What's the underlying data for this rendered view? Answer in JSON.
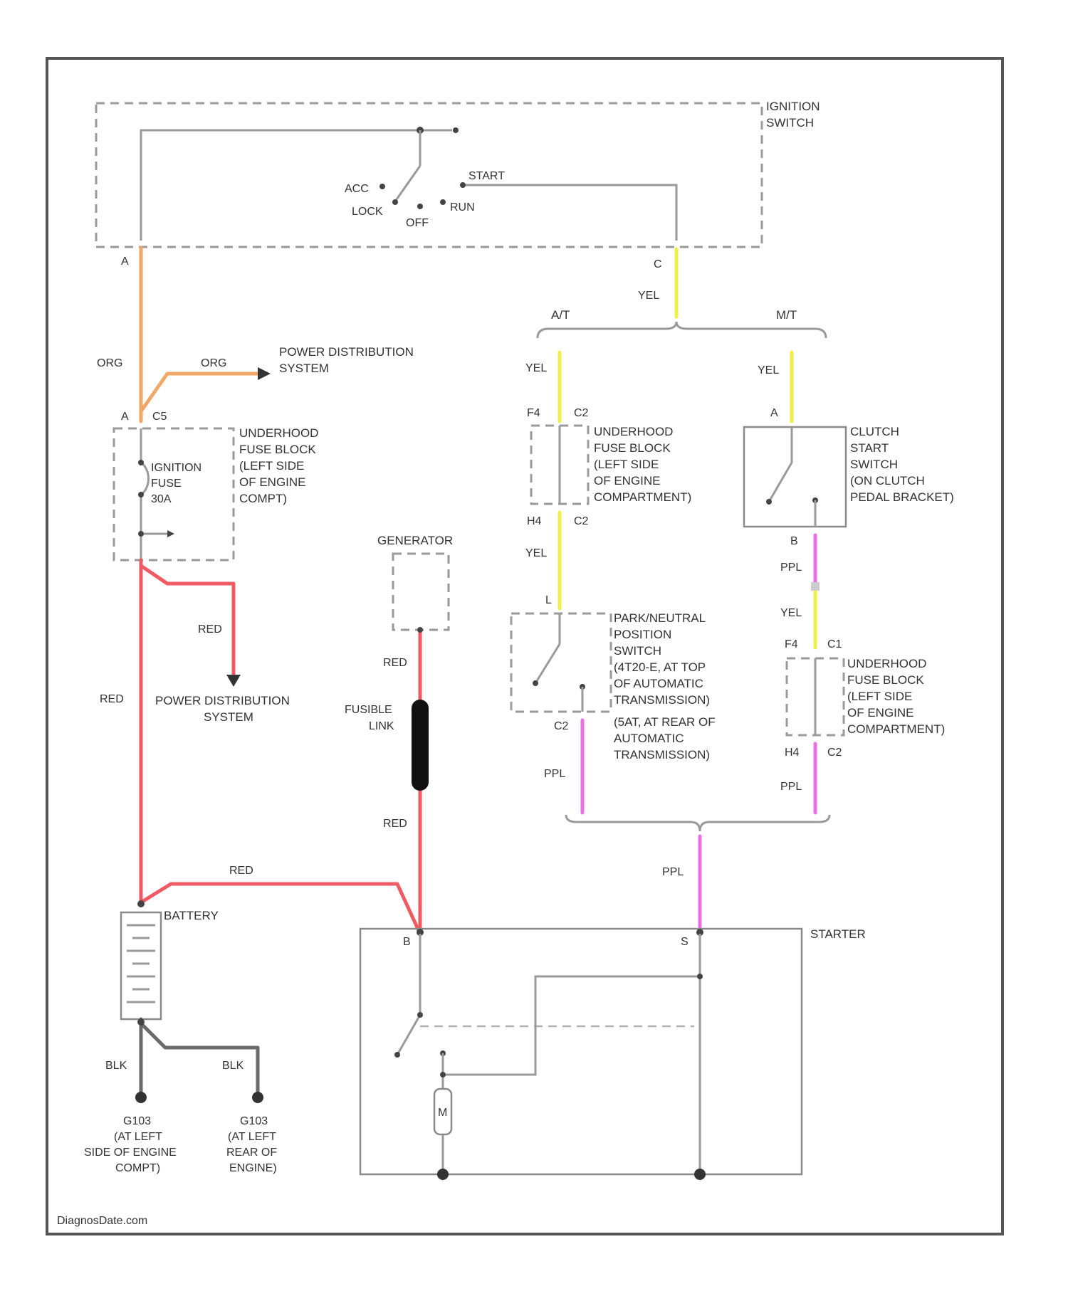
{
  "ignition_switch": {
    "label_line1": "IGNITION",
    "label_line2": "SWITCH",
    "positions": {
      "acc": "ACC",
      "lock": "LOCK",
      "off": "OFF",
      "run": "RUN",
      "start": "START"
    },
    "pin_a": "A",
    "pin_c": "C"
  },
  "wires": {
    "org": "ORG",
    "yel": "YEL",
    "red": "RED",
    "ppl": "PPL",
    "blk": "BLK",
    "colors": {
      "red": "#f05a63",
      "org": "#f1a866",
      "yel": "#eef047",
      "ppl": "#ec6fe6",
      "blk": "#6a6a6a"
    }
  },
  "branches": {
    "at": "A/T",
    "mt": "M/T"
  },
  "power_distribution": {
    "line1": "POWER DISTRIBUTION",
    "line2": "SYSTEM"
  },
  "fuse_block_left": {
    "pin_a": "A",
    "connector": "C5",
    "fuse_line1": "IGNITION",
    "fuse_line2": "FUSE",
    "fuse_line3": "30A",
    "label_lines": [
      "UNDERHOOD",
      "FUSE BLOCK",
      "(LEFT SIDE",
      "OF ENGINE",
      "COMPT)"
    ]
  },
  "fuse_block_at": {
    "pin_top": "F4",
    "connector_top": "C2",
    "pin_bottom": "H4",
    "connector_bottom": "C2",
    "label_lines": [
      "UNDERHOOD",
      "FUSE BLOCK",
      "(LEFT SIDE",
      "OF ENGINE",
      "COMPARTMENT)"
    ]
  },
  "fuse_block_mt": {
    "pin_top": "F4",
    "connector_top": "C1",
    "pin_bottom": "H4",
    "connector_bottom": "C2",
    "label_lines": [
      "UNDERHOOD",
      "FUSE BLOCK",
      "(LEFT SIDE",
      "OF ENGINE",
      "COMPARTMENT)"
    ]
  },
  "clutch_switch": {
    "pin_a": "A",
    "pin_b": "B",
    "label_lines": [
      "CLUTCH",
      "START",
      "SWITCH",
      "(ON CLUTCH",
      "PEDAL BRACKET)"
    ]
  },
  "park_neutral_switch": {
    "pin_top": "L",
    "pin_bottom": "C2",
    "label_lines": [
      "PARK/NEUTRAL",
      "POSITION",
      "SWITCH",
      "(4T20-E, AT TOP",
      "OF AUTOMATIC",
      "TRANSMISSION)",
      "(5AT, AT REAR OF",
      "AUTOMATIC",
      "TRANSMISSION)"
    ]
  },
  "generator": {
    "label": "GENERATOR"
  },
  "fusible_link": {
    "line1": "FUSIBLE",
    "line2": "LINK"
  },
  "battery": {
    "label": "BATTERY"
  },
  "starter": {
    "label": "STARTER",
    "pin_b": "B",
    "pin_s": "S",
    "solenoid": "M"
  },
  "grounds": [
    {
      "id": "G103",
      "lines": [
        "(AT LEFT",
        "SIDE OF ENGINE",
        "COMPT)"
      ]
    },
    {
      "id": "G103",
      "lines": [
        "(AT LEFT",
        "REAR OF",
        "ENGINE)"
      ]
    }
  ],
  "footer": {
    "watermark": "DiagnosDate.com"
  }
}
